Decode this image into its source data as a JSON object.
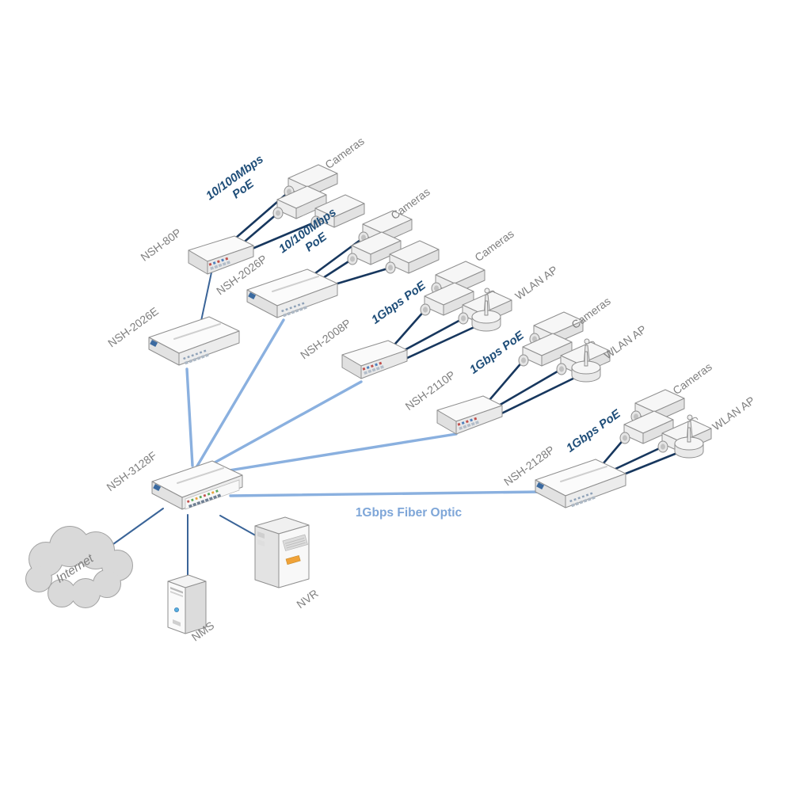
{
  "colors": {
    "fiber_line": "#8AB0DF",
    "poe_line": "#17375E",
    "uplink_line": "#3A6498",
    "label_navy": "#1F4E79",
    "label_gray": "#7F7F7F",
    "fiber_text": "#7EA6D8"
  },
  "nodes": {
    "nsh_80p": {
      "label": "NSH-80P"
    },
    "nsh_2026p": {
      "label": "NSH-2026P"
    },
    "nsh_2026e": {
      "label": "NSH-2026E"
    },
    "nsh_2008p": {
      "label": "NSH-2008P"
    },
    "nsh_2110p": {
      "label": "NSH-2110P"
    },
    "nsh_2128p": {
      "label": "NSH-2128P"
    },
    "nsh_3128f": {
      "label": "NSH-3128F"
    },
    "internet": {
      "label": "Internet"
    },
    "nms": {
      "label": "NMS"
    },
    "nvr": {
      "label": "NVR"
    }
  },
  "endpoint_labels": {
    "cameras": "Cameras",
    "wlan_ap": "WLAN AP"
  },
  "link_labels": {
    "fast_poe_line1": "10/100Mbps",
    "fast_poe_line2": "PoE",
    "gig_poe": "1Gbps PoE",
    "fiber": "1Gbps Fiber Optic"
  }
}
